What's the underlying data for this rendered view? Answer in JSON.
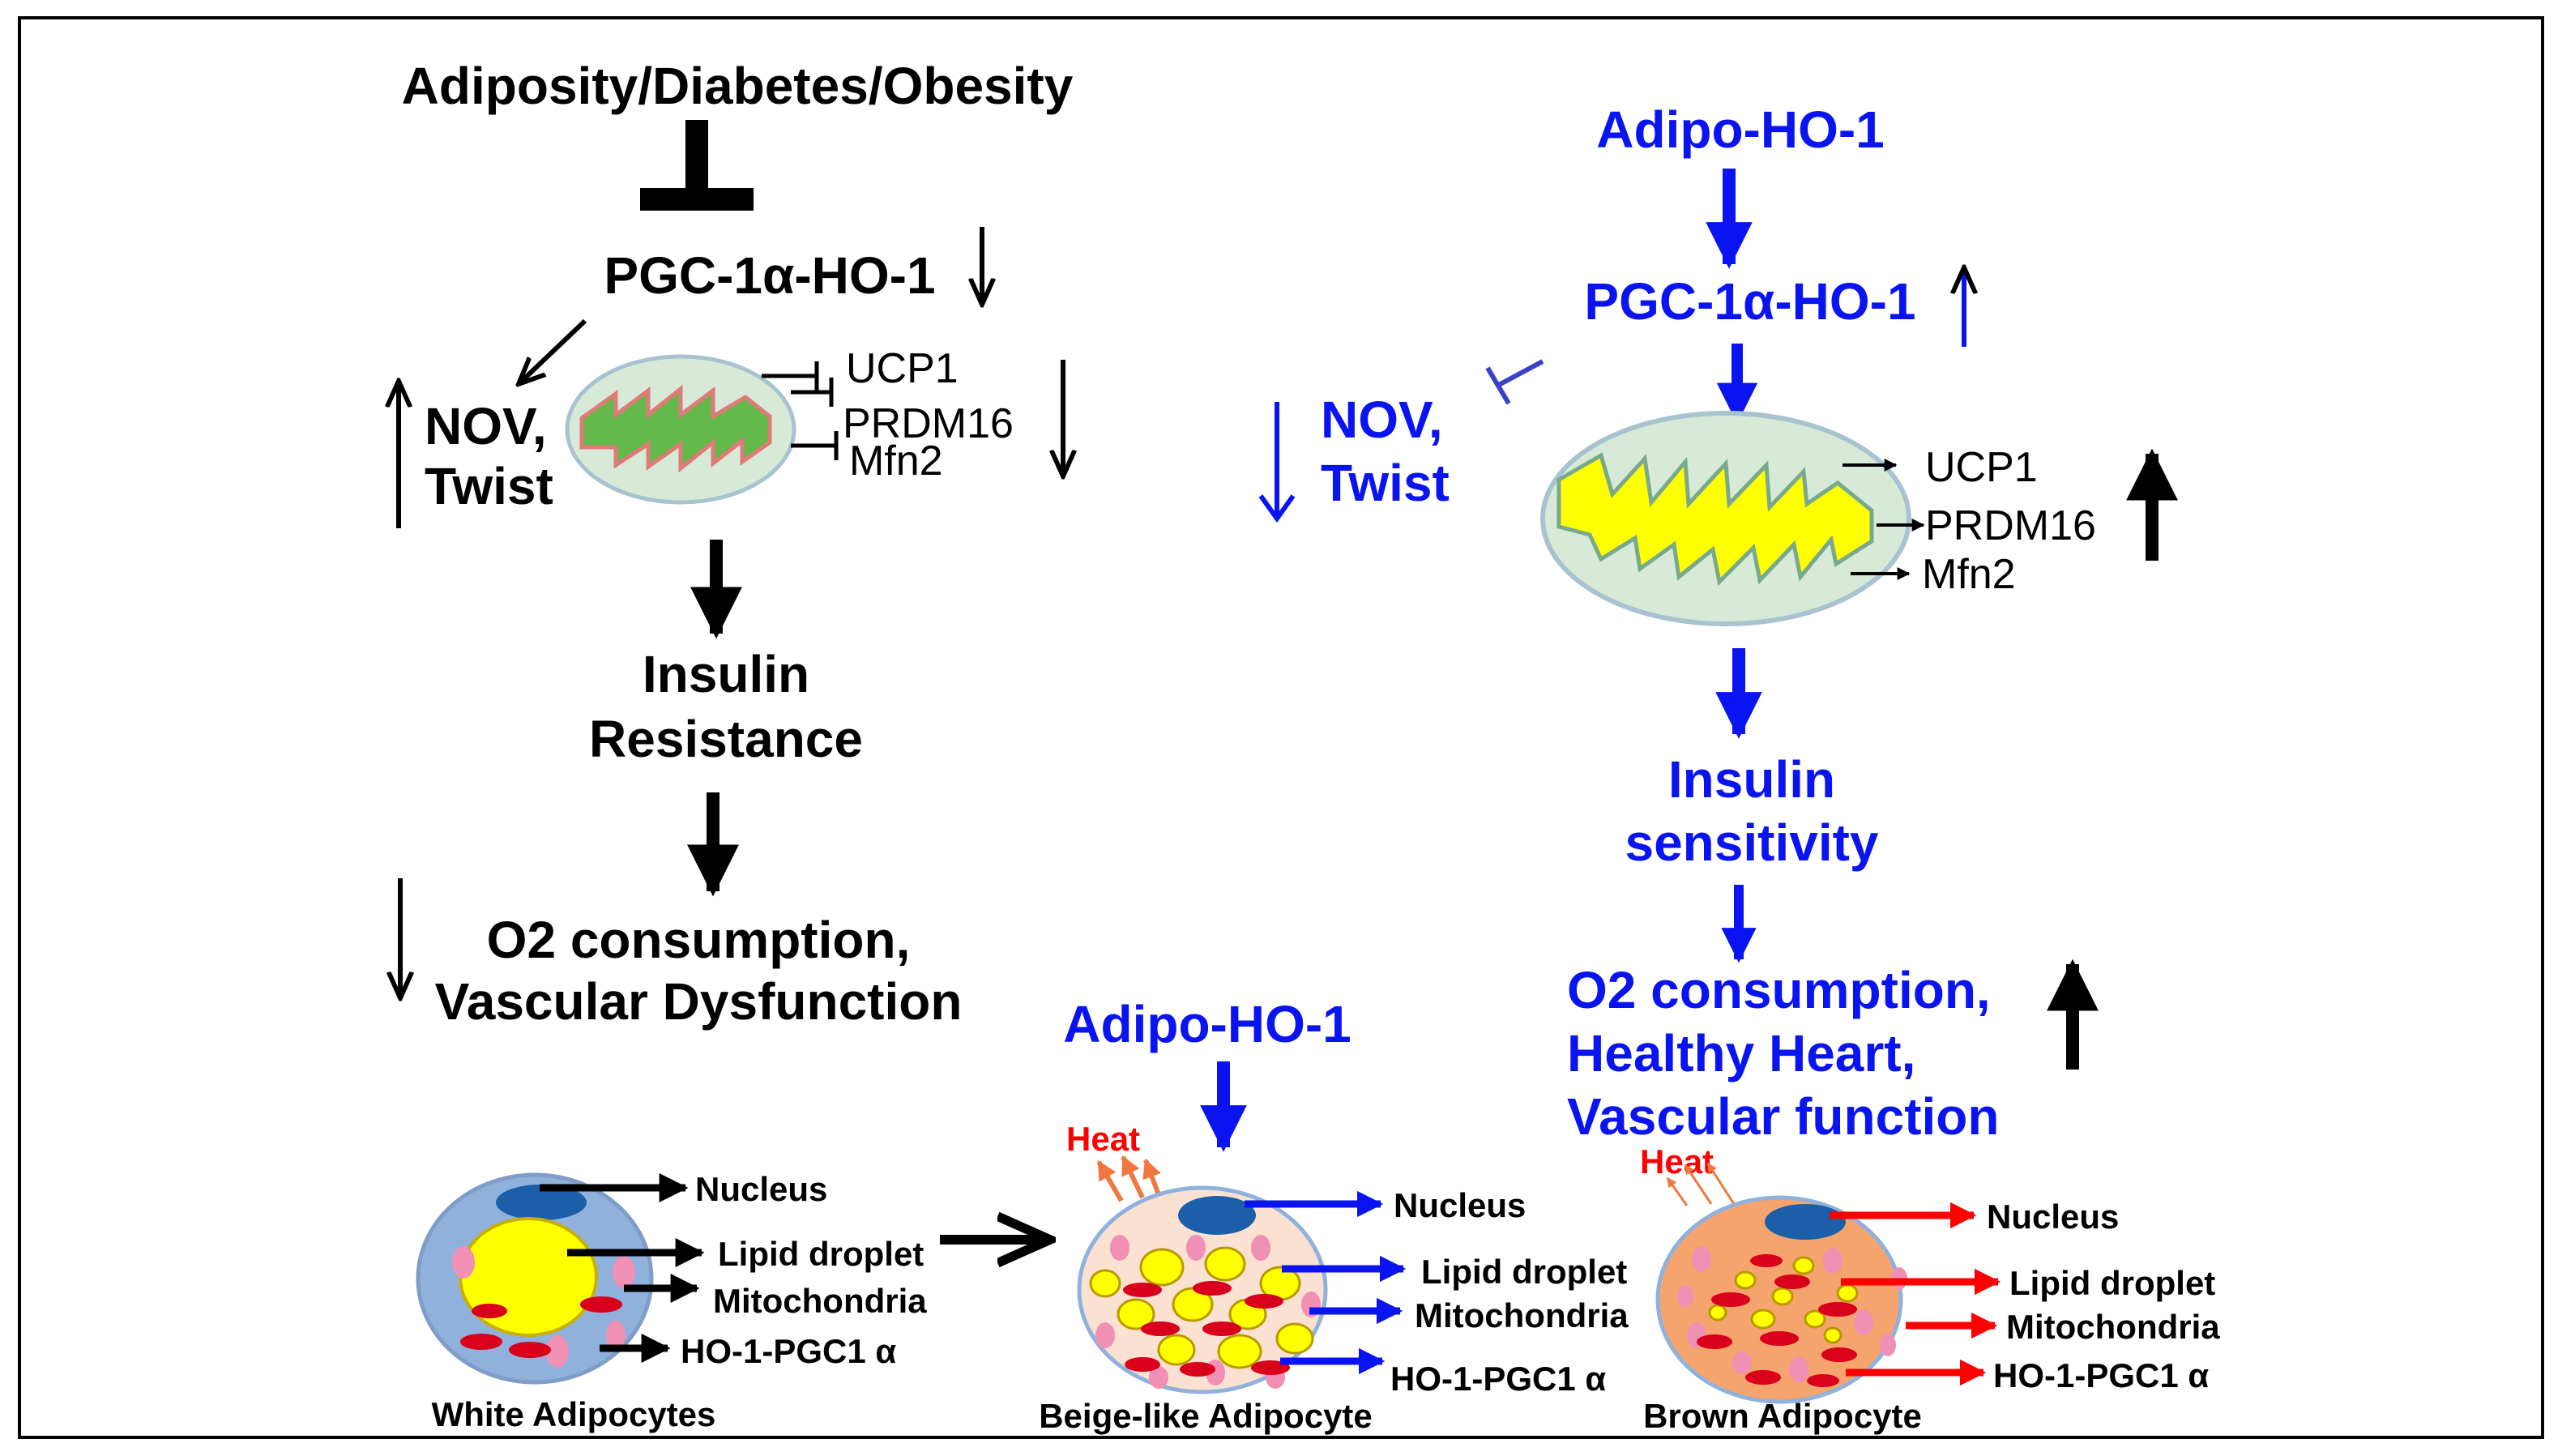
{
  "colors": {
    "black": "#000000",
    "blue": "#0a14f0",
    "red": "#ff0000",
    "orange_arrow": "#f07840",
    "mito_green": "#63b94a",
    "mito_yellow": "#ffff00",
    "mito_shell": "#d6ead7",
    "mito_outline": "#a8c3cf",
    "white_cell": "#8fb1dc",
    "beige_cell": "#fbe1d2",
    "brown_cell": "#f6a46e",
    "nucleus": "#1a5fa8",
    "red_organelle": "#d9001b",
    "pink_mito": "#f090b4"
  },
  "left": {
    "condition": "Adiposity/Diabetes/Obesity",
    "pgc": "PGC-1α-HO-1",
    "nov": "NOV,",
    "twist": "Twist",
    "genes": [
      "UCP1",
      "PRDM16",
      "Mfn2"
    ],
    "insulin_line1": "Insulin",
    "insulin_line2": "Resistance",
    "outcome_line1": "O2 consumption,",
    "outcome_line2": "Vascular Dysfunction"
  },
  "right": {
    "adipo": "Adipo-HO-1",
    "pgc": "PGC-1α-HO-1",
    "nov": "NOV,",
    "twist": "Twist",
    "genes": [
      "UCP1",
      "PRDM16",
      "Mfn2"
    ],
    "insulin_line1": "Insulin",
    "insulin_line2": "sensitivity",
    "outcome_line1": "O2 consumption,",
    "outcome_line2": "Healthy Heart,",
    "outcome_line3": "Vascular function"
  },
  "bottom": {
    "adipo": "Adipo-HO-1",
    "heat": "Heat",
    "parts": [
      "Nucleus",
      "Lipid droplet",
      "Mitochondria",
      "HO-1-PGC1 α"
    ],
    "white_label": "White Adipocytes",
    "beige_label": "Beige-like Adipocyte",
    "brown_label": "Brown Adipocyte"
  }
}
